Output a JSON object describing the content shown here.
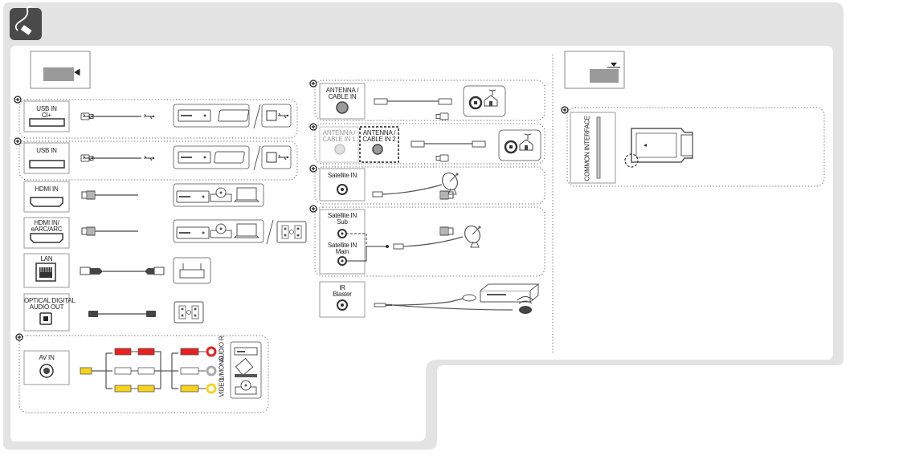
{
  "ports": {
    "usb1": [
      "USB IN",
      "CI+"
    ],
    "usb2": [
      "USB IN"
    ],
    "hdmi": [
      "HDMI IN"
    ],
    "hdmi_arc": [
      "HDMI IN/",
      "eARC/ARC"
    ],
    "lan": [
      "LAN"
    ],
    "optical": [
      "OPTICAL DIGITAL",
      "AUDIO OUT"
    ],
    "av": [
      "AV IN"
    ],
    "antenna": [
      "ANTENNA /",
      "CABLE IN"
    ],
    "antenna1": [
      "ANTENNA /",
      "CABLE IN 1"
    ],
    "antenna2": [
      "ANTENNA /",
      "CABLE IN 2"
    ],
    "satellite": [
      "Satellite IN"
    ],
    "sat_sub": [
      "Satellite IN",
      "Sub"
    ],
    "sat_main": [
      "Satellite IN",
      "Main"
    ],
    "ir": [
      "IR",
      "Blaster"
    ],
    "common_interface": "COMMON INTERFACE"
  },
  "av_jacks": {
    "audio_r": "AUDIO R",
    "mono": "L/MONO",
    "video": "VIDEO"
  },
  "colors": {
    "panel_bg": "#e3e3e3",
    "port_box": "#ffffff",
    "port_border": "#9a9a9a",
    "rca_red": "#e8201f",
    "rca_white": "#ffffff",
    "rca_yellow": "#f5d21c",
    "icon_dark": "#4a4a4a"
  },
  "icons": [
    "cable-connection-icon",
    "usb-icon",
    "hdmi-plug-icon",
    "lan-plug-icon",
    "optical-plug-icon",
    "antenna-house-icon",
    "satellite-dish-icon",
    "set-top-box-icon",
    "router-icon",
    "laptop-icon",
    "disc-player-icon",
    "audio-receiver-icon",
    "ci-module-icon",
    "add-circle-icon"
  ]
}
